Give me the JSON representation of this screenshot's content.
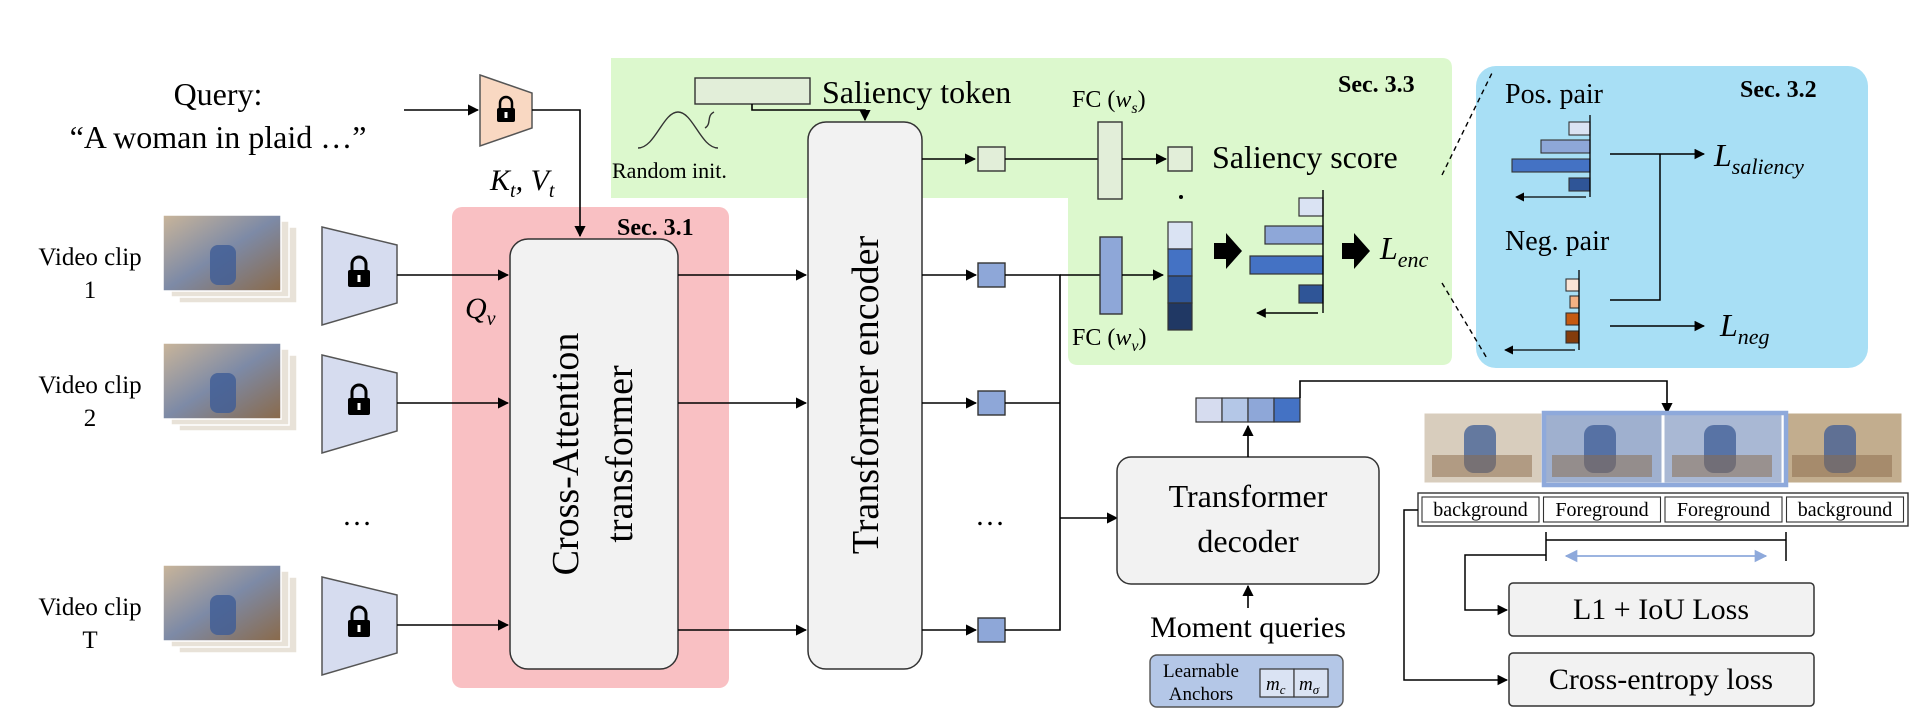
{
  "query": {
    "label": "Query:",
    "text": "“A woman in plaid …”"
  },
  "text_encoder": {
    "icon": "lock-icon",
    "output_label": "K",
    "output_sub": "t",
    "output_label2": "V",
    "output_sub2": "t"
  },
  "video_clips": [
    {
      "label_line1": "Video clip",
      "label_line2": "1"
    },
    {
      "label_line1": "Video clip",
      "label_line2": "2"
    },
    {
      "label_line1": "Video clip",
      "label_line2": "T"
    }
  ],
  "ellipsis": "…",
  "video_encoder_icon": "lock-icon",
  "video_query_label": "Q",
  "video_query_sub": "v",
  "sections": {
    "s31": "Sec. 3.1",
    "s32": "Sec. 3.2",
    "s33": "Sec. 3.3"
  },
  "cross_attention": {
    "line1": "Cross-Attention",
    "line2": "transformer"
  },
  "transformer_encoder": {
    "label": "Transformer encoder"
  },
  "saliency_token": {
    "label": "Saliency token",
    "init_label": "Random init."
  },
  "fc_ws": {
    "label": "FC (",
    "var": "w",
    "sub": "s",
    "close": ")"
  },
  "fc_wv": {
    "label": "FC (",
    "var": "w",
    "sub": "v",
    "close": ")"
  },
  "saliency_score": {
    "label": "Saliency score"
  },
  "loss_enc": {
    "main": "L",
    "sub": "enc"
  },
  "sec32": {
    "pos_pair": "Pos. pair",
    "neg_pair": "Neg. pair",
    "loss_saliency": {
      "main": "L",
      "sub": "saliency"
    },
    "loss_neg": {
      "main": "L",
      "sub": "neg"
    }
  },
  "transformer_decoder": {
    "line1": "Transformer",
    "line2": "decoder"
  },
  "moment_queries": {
    "label": "Moment queries",
    "anchors_line1": "Learnable",
    "anchors_line2": "Anchors",
    "mc": "m",
    "mc_sub": "c",
    "msig": "m",
    "msig_sub": "σ"
  },
  "segments": [
    "background",
    "Foreground",
    "Foreground",
    "background"
  ],
  "losses": {
    "l1_iou": "L1 + IoU Loss",
    "ce": "Cross-entropy loss"
  },
  "colors": {
    "sec31_bg": "#f9c0c3",
    "sec32_bg": "#a8dff5",
    "sec33_bg": "#dcf8cd",
    "encoder_fill": "#d6dcef",
    "text_encoder_fill": "#f9d8c2",
    "block_fill": "#f2f2f2",
    "token_fill": "#e2eed9",
    "feat_fill": "#8ea7d8",
    "dark_blue": "#2f5597",
    "mid_blue": "#4472c4",
    "light_blue": "#b4c7e7",
    "orange_dark": "#c55a11",
    "orange_light": "#f8cbad",
    "anchor_fill": "#b4c7e7",
    "highlight": "#8ea9db"
  }
}
